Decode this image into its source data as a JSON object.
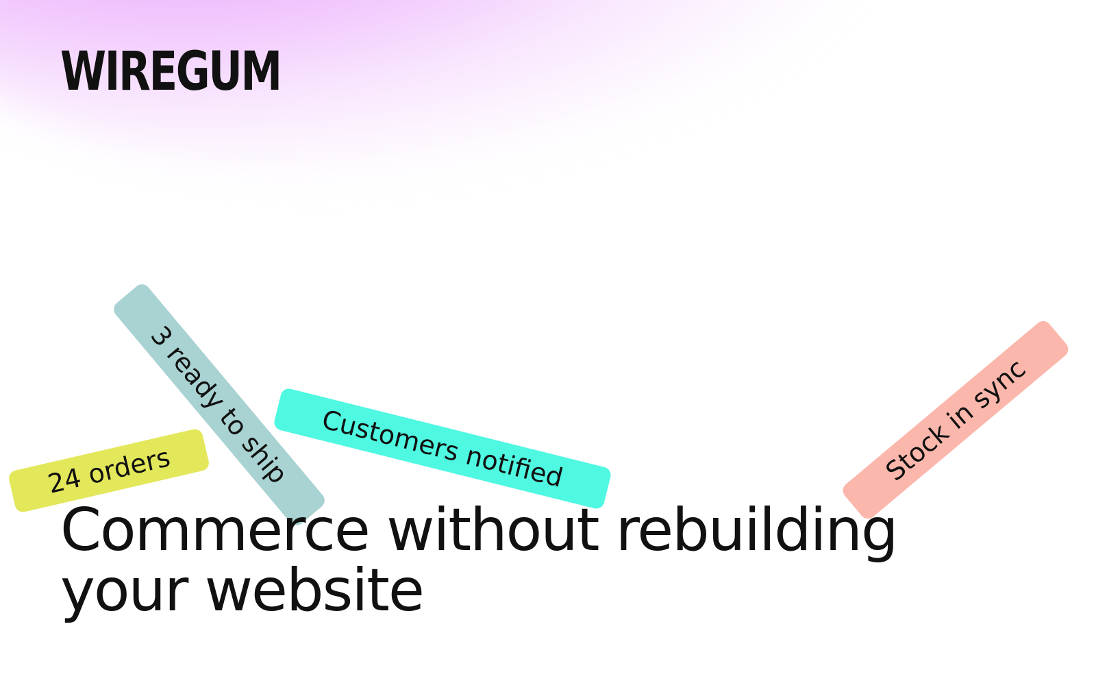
{
  "brand": {
    "logo_text": "WIREGUM"
  },
  "tags": {
    "orders": "24 orders",
    "ready_to_ship": "3 ready to ship",
    "customers_notified": "Customers notified",
    "stock_in_sync": "Stock in sync"
  },
  "hero": {
    "headline_line1": "Commerce without rebuilding",
    "headline_line2": "your website"
  },
  "colors": {
    "glow": "#e9a0fc",
    "tag_orders": "#e3e75a",
    "tag_ready_to_ship": "#a9d3d2",
    "tag_customers_notified": "#4ff8e1",
    "tag_stock_in_sync": "#fbb7ac",
    "text": "#111111"
  }
}
